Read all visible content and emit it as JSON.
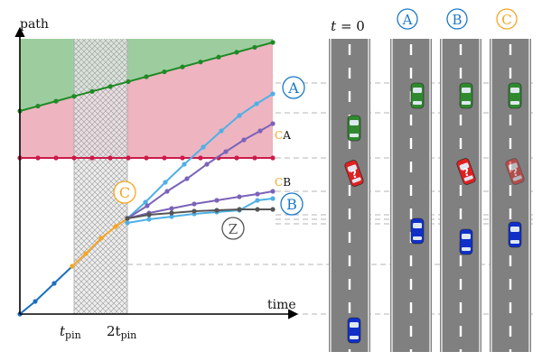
{
  "axes": {
    "y_label": "path",
    "x_label": "time",
    "tick_1_main": "t",
    "tick_1_sub": "pin",
    "tick_2_main": "2t",
    "tick_2_sub": "pin"
  },
  "plot_markers": {
    "A": "A",
    "B": "B",
    "C": "C",
    "Z": "Z",
    "CA_prefix": "C",
    "CA_suffix": "A",
    "CB_prefix": "C",
    "CB_suffix": "B"
  },
  "roads": {
    "t0_label_main": "t",
    "t0_label_rest": " = 0",
    "headers": [
      "A",
      "B",
      "C"
    ]
  },
  "uncertain_glyph": "?",
  "colors": {
    "green_zone": "#9dcd9f",
    "red_zone": "#eeb4c0",
    "green_line": "#1e8a25",
    "red_line": "#cc1a4a",
    "blue_base": "#1b6fbf",
    "orange": "#f5a623",
    "light_blue": "#4fb0e6",
    "purple": "#7a63b8",
    "gray": "#555555",
    "road": "#808080",
    "car_green": "#2f8a2f",
    "car_red": "#e02020",
    "car_blue": "#1030c8",
    "marker_A_B": "#1b78c8",
    "marker_C": "#f5a623"
  }
}
